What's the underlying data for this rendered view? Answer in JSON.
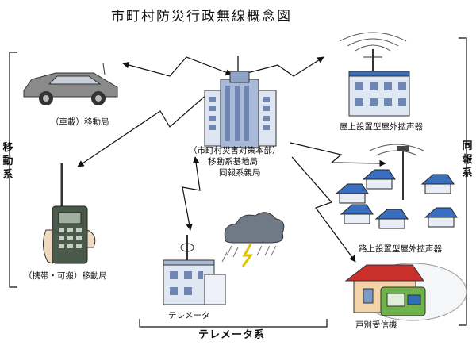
{
  "title": "市町村防災行政無線概念図",
  "groups": {
    "mobile": [
      "移",
      "動",
      "系"
    ],
    "broadcast": [
      "同",
      "報",
      "系"
    ],
    "telemeter": "テレメータ系"
  },
  "labels": {
    "vehicle": "（車載）移動局",
    "portable": "（携帯・可搬）移動局",
    "hq_line1": "（市町村災害対策本部）",
    "hq_line2": "移動系基地局",
    "hq_line3": "同報系親局",
    "rooftop": "屋上設置型屋外拡声器",
    "roadside": "路上設置型屋外拡声器",
    "telemeter": "テレメータ",
    "household": "戸別受信機"
  },
  "colors": {
    "building": "#8fa3c6",
    "roof": "#3a6fbf",
    "house_wall": "#f3d3a8",
    "house_roof": "#c9302c",
    "car": "#8a8a8a",
    "radio": "#4a5a4a",
    "cloud": "#6f7a86"
  }
}
